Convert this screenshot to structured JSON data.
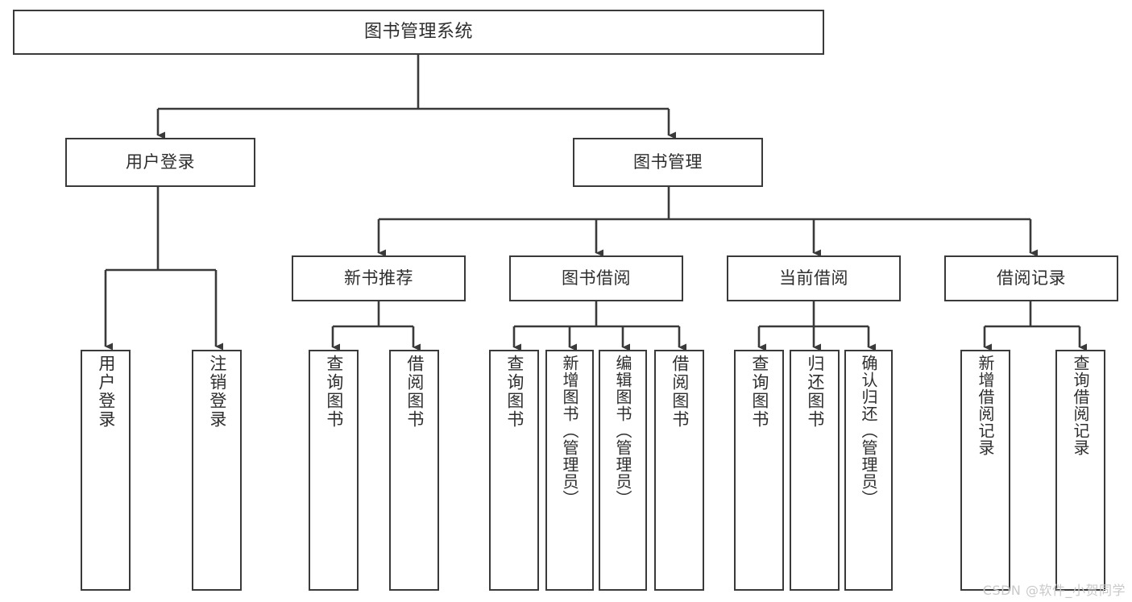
{
  "diagram": {
    "title": "图书管理系统",
    "type": "tree",
    "orientation": "top-down",
    "stroke_color": "#3a3a3a",
    "fill_color": "#ffffff",
    "text_color": "#2e2e2e",
    "nodes": {
      "root": {
        "label": "图书管理系统"
      },
      "level2": [
        {
          "id": "user-login",
          "label": "用户登录"
        },
        {
          "id": "book-manage",
          "label": "图书管理"
        }
      ],
      "level3": [
        {
          "id": "new-book-recommend",
          "label": "新书推荐"
        },
        {
          "id": "book-borrow",
          "label": "图书借阅"
        },
        {
          "id": "current-borrow",
          "label": "当前借阅"
        },
        {
          "id": "borrow-record",
          "label": "借阅记录"
        }
      ],
      "leaves": [
        {
          "id": "leaf-user-login",
          "label": "用户登录"
        },
        {
          "id": "leaf-user-logout",
          "label": "注销登录"
        },
        {
          "id": "leaf-query-book-1",
          "label": "查询图书"
        },
        {
          "id": "leaf-borrow-book-1",
          "label": "借阅图书"
        },
        {
          "id": "leaf-query-book-2",
          "label": "查询图书"
        },
        {
          "id": "leaf-add-book",
          "label": "新增图书（管理员）"
        },
        {
          "id": "leaf-edit-book",
          "label": "编辑图书（管理员）"
        },
        {
          "id": "leaf-borrow-book-2",
          "label": "借阅图书"
        },
        {
          "id": "leaf-query-book-3",
          "label": "查询图书"
        },
        {
          "id": "leaf-return-book",
          "label": "归还图书"
        },
        {
          "id": "leaf-confirm-return",
          "label": "确认归还（管理员）"
        },
        {
          "id": "leaf-add-record",
          "label": "新增借阅记录"
        },
        {
          "id": "leaf-query-record",
          "label": "查询借阅记录"
        }
      ]
    }
  },
  "watermark": {
    "text": "CSDN @软件_小贺同学"
  }
}
